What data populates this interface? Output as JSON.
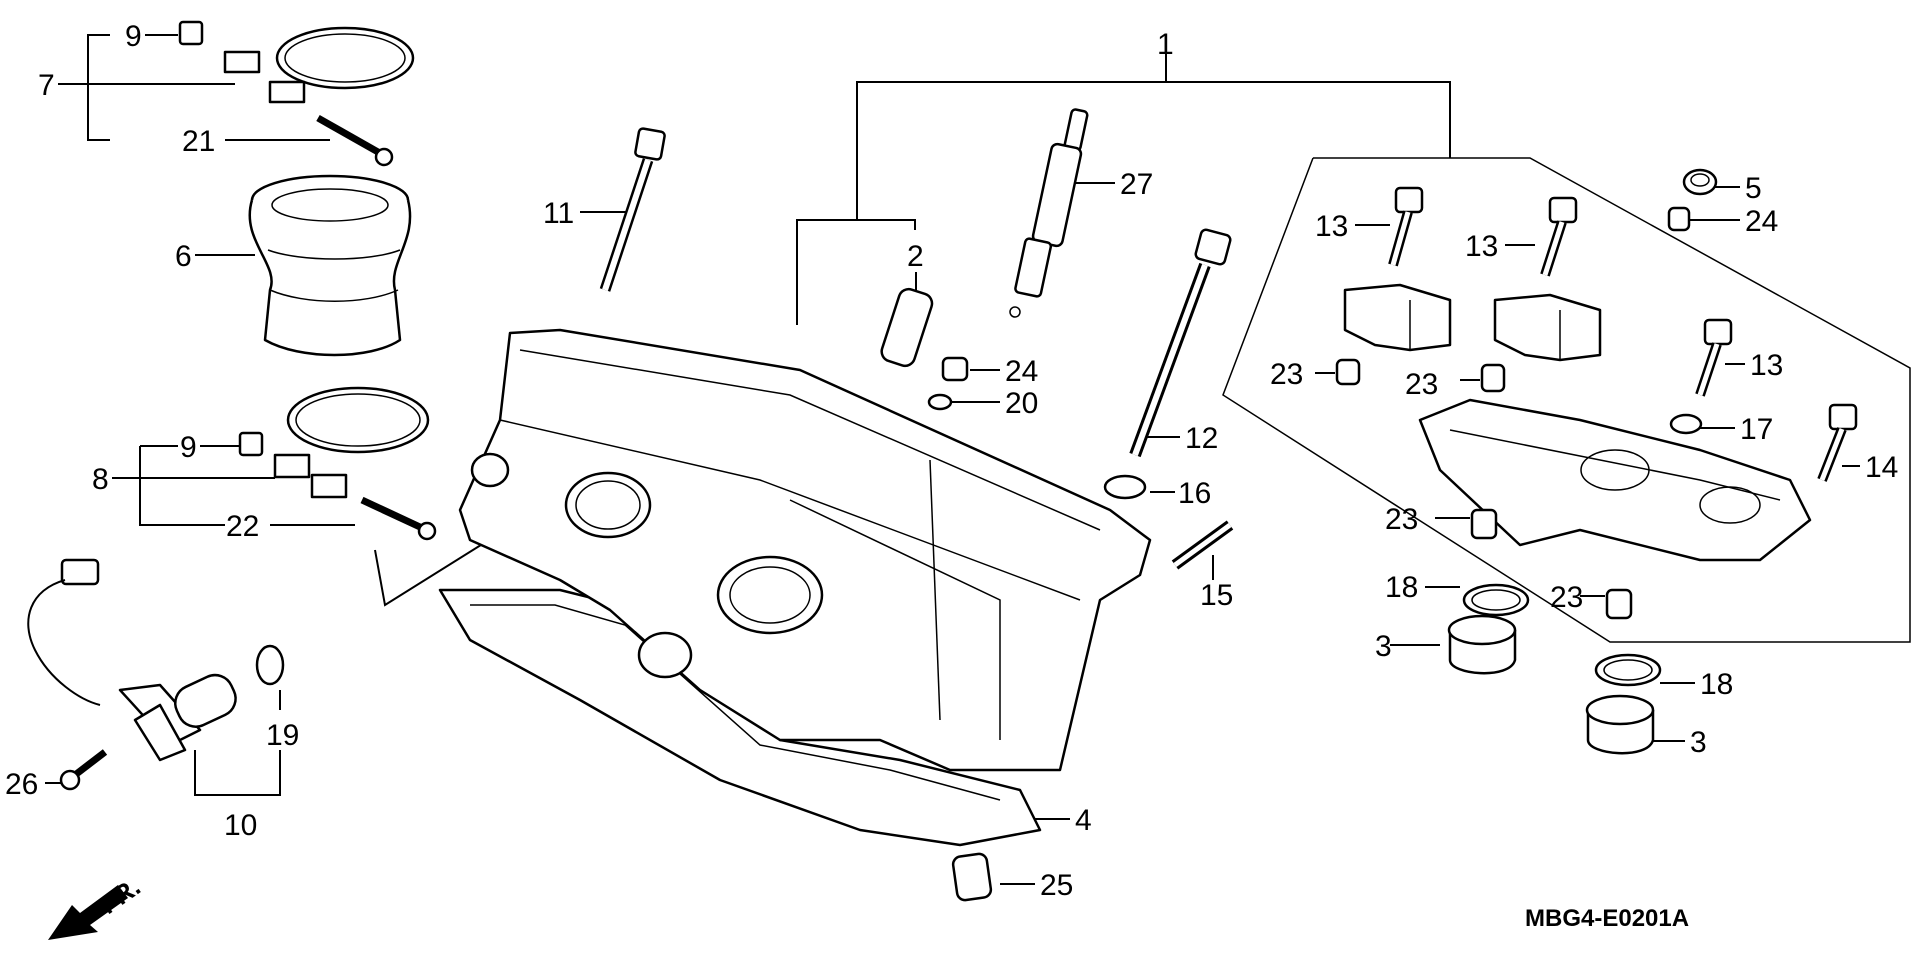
{
  "diagram": {
    "code": "MBG4-E0201A",
    "front_label": "FR.",
    "callouts": [
      {
        "id": "c1",
        "text": "1"
      },
      {
        "id": "c2",
        "text": "2"
      },
      {
        "id": "c3a",
        "text": "3"
      },
      {
        "id": "c3b",
        "text": "3"
      },
      {
        "id": "c4",
        "text": "4"
      },
      {
        "id": "c5",
        "text": "5"
      },
      {
        "id": "c6",
        "text": "6"
      },
      {
        "id": "c7",
        "text": "7"
      },
      {
        "id": "c8",
        "text": "8"
      },
      {
        "id": "c9a",
        "text": "9"
      },
      {
        "id": "c9b",
        "text": "9"
      },
      {
        "id": "c10",
        "text": "10"
      },
      {
        "id": "c11",
        "text": "11"
      },
      {
        "id": "c12",
        "text": "12"
      },
      {
        "id": "c13a",
        "text": "13"
      },
      {
        "id": "c13b",
        "text": "13"
      },
      {
        "id": "c13c",
        "text": "13"
      },
      {
        "id": "c14",
        "text": "14"
      },
      {
        "id": "c15",
        "text": "15"
      },
      {
        "id": "c16",
        "text": "16"
      },
      {
        "id": "c17",
        "text": "17"
      },
      {
        "id": "c18a",
        "text": "18"
      },
      {
        "id": "c18b",
        "text": "18"
      },
      {
        "id": "c19",
        "text": "19"
      },
      {
        "id": "c20",
        "text": "20"
      },
      {
        "id": "c21",
        "text": "21"
      },
      {
        "id": "c22",
        "text": "22"
      },
      {
        "id": "c23a",
        "text": "23"
      },
      {
        "id": "c23b",
        "text": "23"
      },
      {
        "id": "c23c",
        "text": "23"
      },
      {
        "id": "c23d",
        "text": "23"
      },
      {
        "id": "c24a",
        "text": "24"
      },
      {
        "id": "c24b",
        "text": "24"
      },
      {
        "id": "c25",
        "text": "25"
      },
      {
        "id": "c26",
        "text": "26"
      },
      {
        "id": "c27",
        "text": "27"
      }
    ]
  }
}
